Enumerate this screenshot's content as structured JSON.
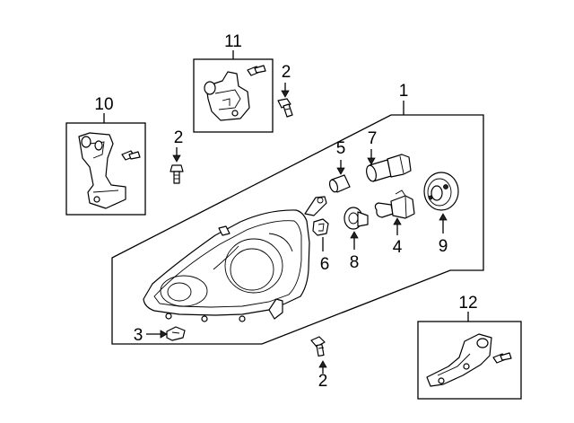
{
  "callouts": [
    {
      "id": "1",
      "text": "1"
    },
    {
      "id": "2a",
      "text": "2"
    },
    {
      "id": "2b",
      "text": "2"
    },
    {
      "id": "2c",
      "text": "2"
    },
    {
      "id": "3",
      "text": "3"
    },
    {
      "id": "4",
      "text": "4"
    },
    {
      "id": "5",
      "text": "5"
    },
    {
      "id": "6",
      "text": "6"
    },
    {
      "id": "7",
      "text": "7"
    },
    {
      "id": "8",
      "text": "8"
    },
    {
      "id": "9",
      "text": "9"
    },
    {
      "id": "10",
      "text": "10"
    },
    {
      "id": "11",
      "text": "11"
    },
    {
      "id": "12",
      "text": "12"
    }
  ]
}
